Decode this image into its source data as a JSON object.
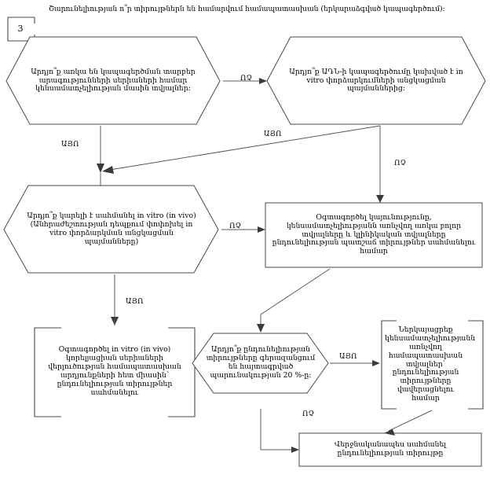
{
  "page": {
    "number": "3",
    "header": "Շարունելիության ո՞ր տիրույթներն են համարվում համապատասխան (երկարաձգված կապագերծում):"
  },
  "labels": {
    "yes": "ԱՅՈ",
    "no": "ՈՉ"
  },
  "nodes": {
    "q_bioavailability_data": "Արդյո՞ք առկա են կապագերծման տարբեր արագությունների սերիաների համար կենսամատչելիության մասին տվյալներ:",
    "q_invitro_conditions": "Արդյո՞ք ԱԴՆ-ի կապագերծումը կախված է in vitro փորձարկումների անցկացման պայմաններից:",
    "q_ivivc_possible": "Արդյո՞ք կարելի է սահմանել in vitro (in vivo) (Անհրաժեշտության դեպքում փոփոխել in vitro փորձարկման անցկացման պայմանները)",
    "use_all_data": "Օգտագործել կայունությունը, կենսամատչելիությանն առնչվող առկա բոլոր տվյալները և կլինիկական տվյալները ընդունելիության պատշաճ տիրույթներ սահմանելու համար",
    "use_ivivc": "Օգտագործել in vitro (in vivo) կորելյացիան սերիաների վերլուծության համապատասխան արդյունքների հետ միասին՝ ընդունելիության տիրույթներ սահմանելու",
    "q_exceeds_20": "Արդյո՞ք ընդունելիության տիրույթները գերազանցում են հայտագրված պարունակության 20 %-ը:",
    "provide_bioavailability": "Ներկայացրեք կենսամատչելիությանն առնչվող համապատասխան տվյալներ՝ ընդունելիության տիրույթները վավերացնելու համար",
    "final_range": "Վերջնականապես սահմանել ընդունելիության տիրույթը"
  },
  "edges": [
    {
      "from": "q_bioavailability_data",
      "to": "q_invitro_conditions",
      "label": "ՈՉ"
    },
    {
      "from": "q_bioavailability_data",
      "to": "q_ivivc_possible",
      "label": "ԱՅՈ"
    },
    {
      "from": "q_invitro_conditions",
      "to": "q_ivivc_possible",
      "label": "ԱՅՈ"
    },
    {
      "from": "q_invitro_conditions",
      "to": "use_all_data",
      "label": "ՈՉ"
    },
    {
      "from": "q_ivivc_possible",
      "to": "use_all_data",
      "label": "ՈՉ"
    },
    {
      "from": "q_ivivc_possible",
      "to": "use_ivivc",
      "label": "ԱՅՈ"
    },
    {
      "from": "use_all_data",
      "to": "q_exceeds_20",
      "label": ""
    },
    {
      "from": "q_exceeds_20",
      "to": "provide_bioavailability",
      "label": "ԱՅՈ"
    },
    {
      "from": "q_exceeds_20",
      "to": "final_range",
      "label": "ՈՉ"
    },
    {
      "from": "provide_bioavailability",
      "to": "final_range",
      "label": ""
    },
    {
      "from": "use_ivivc",
      "to": "final_range",
      "label": ""
    }
  ]
}
